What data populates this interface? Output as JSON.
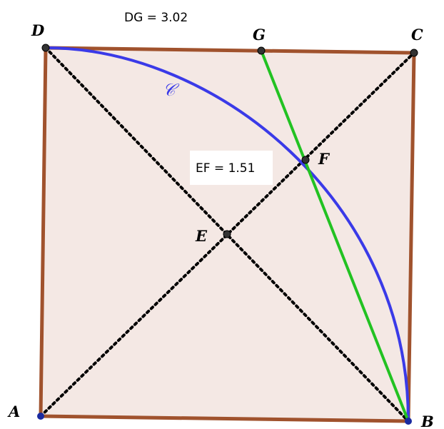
{
  "diagram": {
    "points": {
      "A": {
        "label": "A"
      },
      "B": {
        "label": "B"
      },
      "C": {
        "label": "C"
      },
      "D": {
        "label": "D"
      },
      "E": {
        "label": "E"
      },
      "F": {
        "label": "F"
      },
      "G": {
        "label": "G"
      }
    },
    "curve_label": "𝒞",
    "measurements": {
      "dg": "DG = 3.02",
      "ef": "EF = 1.51"
    },
    "colors": {
      "square_fill": "#f4e8e4",
      "square_edge": "#a0522d",
      "arc": "#3a3ae8",
      "segment": "#22c222",
      "diagonal": "#000000",
      "point_blue": "#1a2aa0"
    }
  }
}
